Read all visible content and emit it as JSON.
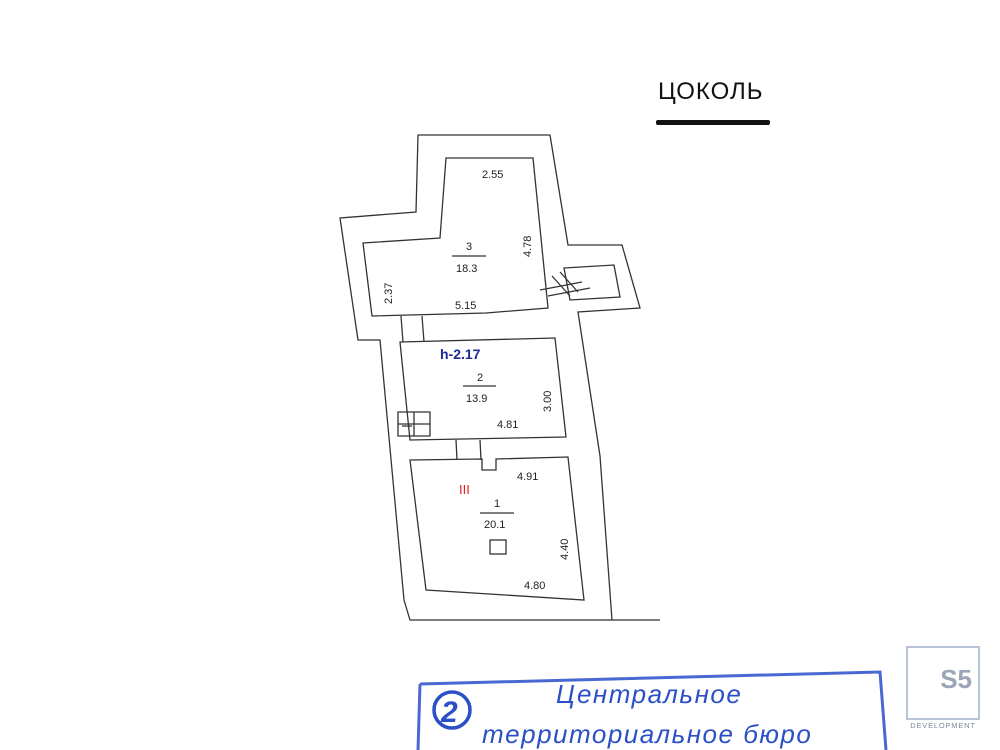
{
  "floor_label": "ЦОКОЛЬ",
  "height_label": "h-2.17",
  "section_marker": "III",
  "rooms": [
    {
      "number": "3",
      "area": "18.3"
    },
    {
      "number": "2",
      "area": "13.9"
    },
    {
      "number": "1",
      "area": "20.1"
    }
  ],
  "dimensions": {
    "r3_top": "2.55",
    "r3_right": "4.78",
    "r3_left": "2.37",
    "r3_bottom": "5.15",
    "r2_right": "3.00",
    "r2_bottom": "4.81",
    "r1_top": "4.91",
    "r1_right": "4.40",
    "r1_bottom": "4.80"
  },
  "stamp": {
    "number": "2",
    "line1": "Центральное",
    "line2": "территориальное бюро"
  },
  "logo": {
    "mark": "S5",
    "subtitle": "DEVELOPMENT"
  },
  "colors": {
    "line": "#333333",
    "height": "#1a2a9a",
    "marker": "#e0202a",
    "stamp": "#2a4fc8"
  }
}
